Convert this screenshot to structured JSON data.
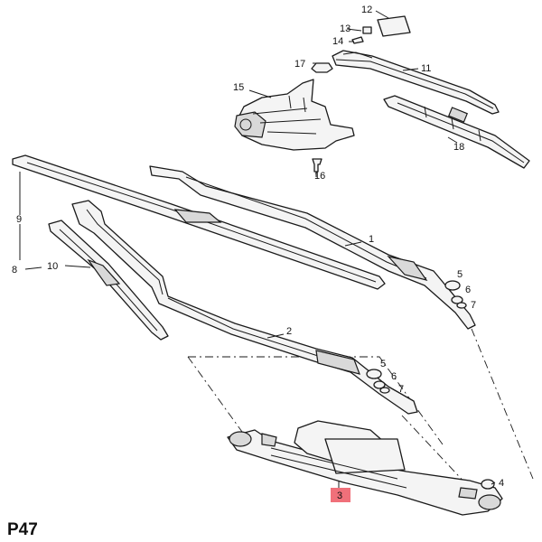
{
  "callouts": {
    "c1": "1",
    "c2": "2",
    "c3": "3",
    "c4": "4",
    "c5a": "5",
    "c5b": "5",
    "c6a": "6",
    "c6b": "6",
    "c7a": "7",
    "c7b": "7",
    "c8": "8",
    "c9": "9",
    "c10": "10",
    "c11": "11",
    "c12": "12",
    "c13": "13",
    "c14": "14",
    "c15": "15",
    "c16": "16",
    "c17": "17",
    "c18": "18"
  },
  "highlight_color": "#f0707a",
  "page_code": "P47"
}
